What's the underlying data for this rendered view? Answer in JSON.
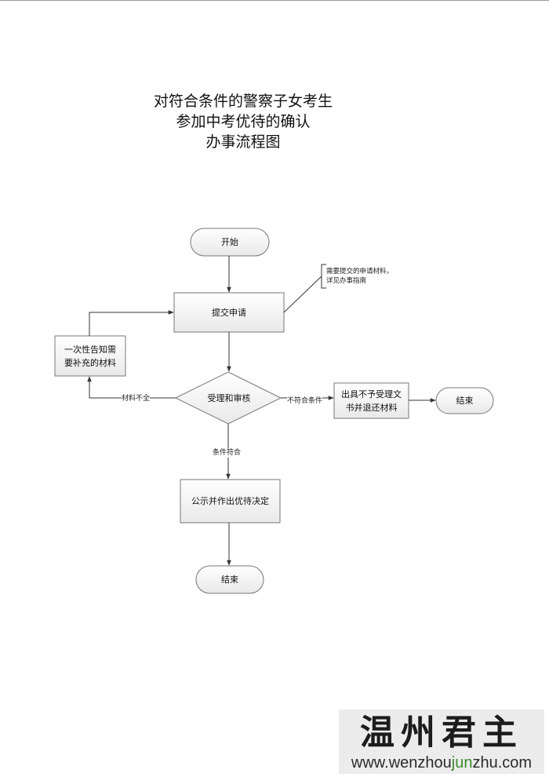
{
  "title": {
    "line1": "对符合条件的警察子女考生",
    "line2": "参加中考优待的确认",
    "line3": "办事流程图"
  },
  "nodes": {
    "start": "开始",
    "submit": "提交申请",
    "accept": "受理和审核",
    "notify": "一次性告知需\n要补充的材料",
    "reject": "出具不予受理文\n书并退还材料",
    "end_right": "结束",
    "publicize": "公示并作出优待决定",
    "end_bottom": "结束"
  },
  "edge_labels": {
    "incomplete": "材料不全",
    "not_qualified": "不符合条件",
    "qualified": "条件符合"
  },
  "annotation": "需要提交的申请材料，\n详见办事指南",
  "watermark": {
    "chars": "温州君主",
    "url_pre": "www.wenzhou",
    "url_hl": "jun",
    "url_post": "zhu.com"
  }
}
